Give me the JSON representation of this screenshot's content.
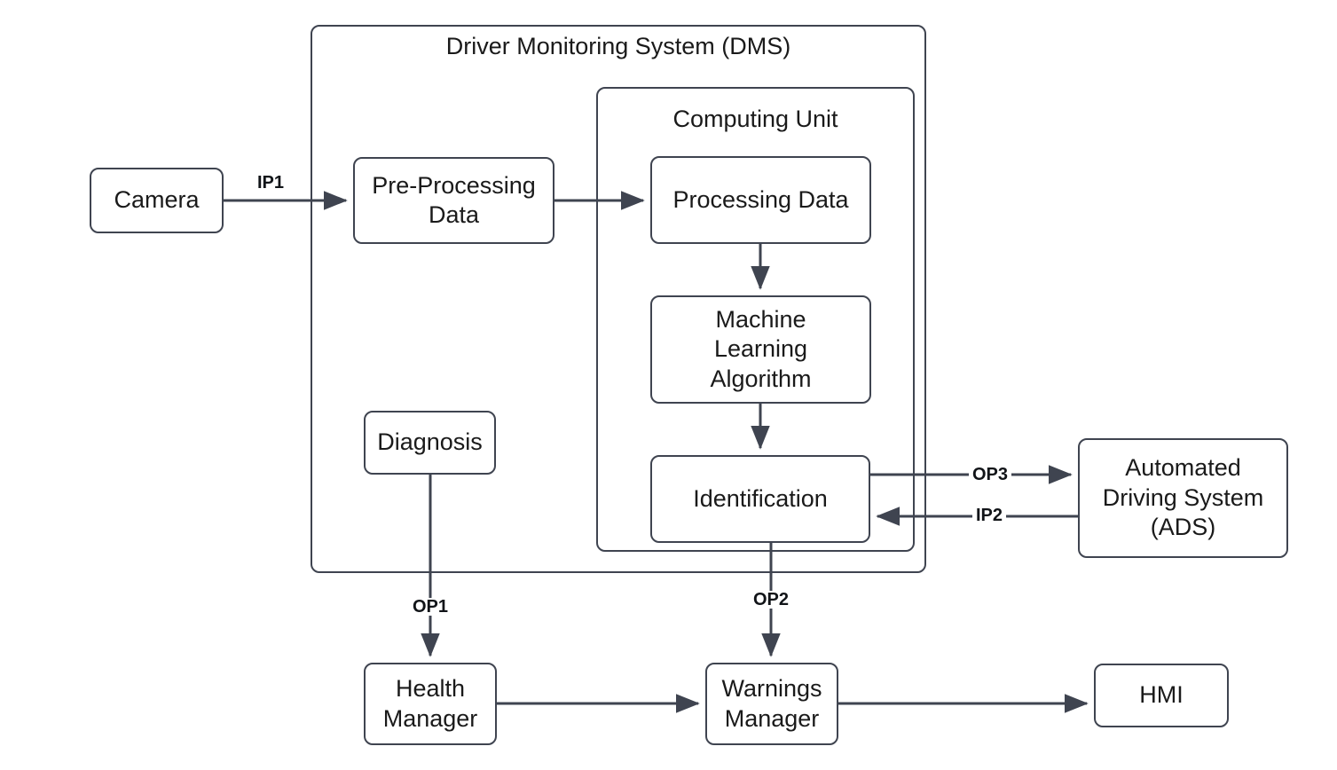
{
  "diagram": {
    "title": "Driver Monitoring System (DMS) architecture block diagram",
    "accent_color": "#3f4450",
    "text_color": "#1a1a1a",
    "background_color": "#ffffff",
    "containers": [
      {
        "id": "dms",
        "label": "Driver Monitoring System (DMS)"
      },
      {
        "id": "computing_unit",
        "label": "Computing Unit"
      }
    ],
    "nodes": [
      {
        "id": "camera",
        "label": "Camera"
      },
      {
        "id": "pre_processing_data",
        "label": "Pre-Processing\nData"
      },
      {
        "id": "processing_data",
        "label": "Processing Data"
      },
      {
        "id": "machine_learning_algorithm",
        "label": "Machine\nLearning\nAlgorithm"
      },
      {
        "id": "identification",
        "label": "Identification"
      },
      {
        "id": "diagnosis",
        "label": "Diagnosis"
      },
      {
        "id": "automated_driving_system",
        "label": "Automated\nDriving System\n(ADS)"
      },
      {
        "id": "health_manager",
        "label": "Health\nManager"
      },
      {
        "id": "warnings_manager",
        "label": "Warnings\nManager"
      },
      {
        "id": "hmi",
        "label": "HMI"
      }
    ],
    "edge_labels": {
      "ip1": "IP1",
      "ip2": "IP2",
      "op1": "OP1",
      "op2": "OP2",
      "op3": "OP3"
    },
    "edges": [
      {
        "from": "camera",
        "to": "pre_processing_data",
        "label": "IP1"
      },
      {
        "from": "pre_processing_data",
        "to": "processing_data",
        "label": ""
      },
      {
        "from": "processing_data",
        "to": "machine_learning_algorithm",
        "label": ""
      },
      {
        "from": "machine_learning_algorithm",
        "to": "identification",
        "label": ""
      },
      {
        "from": "identification",
        "to": "automated_driving_system",
        "label": "OP3"
      },
      {
        "from": "automated_driving_system",
        "to": "identification",
        "label": "IP2"
      },
      {
        "from": "diagnosis",
        "to": "health_manager",
        "label": "OP1"
      },
      {
        "from": "identification",
        "to": "warnings_manager",
        "label": "OP2"
      },
      {
        "from": "health_manager",
        "to": "warnings_manager",
        "label": ""
      },
      {
        "from": "warnings_manager",
        "to": "hmi",
        "label": ""
      }
    ]
  }
}
